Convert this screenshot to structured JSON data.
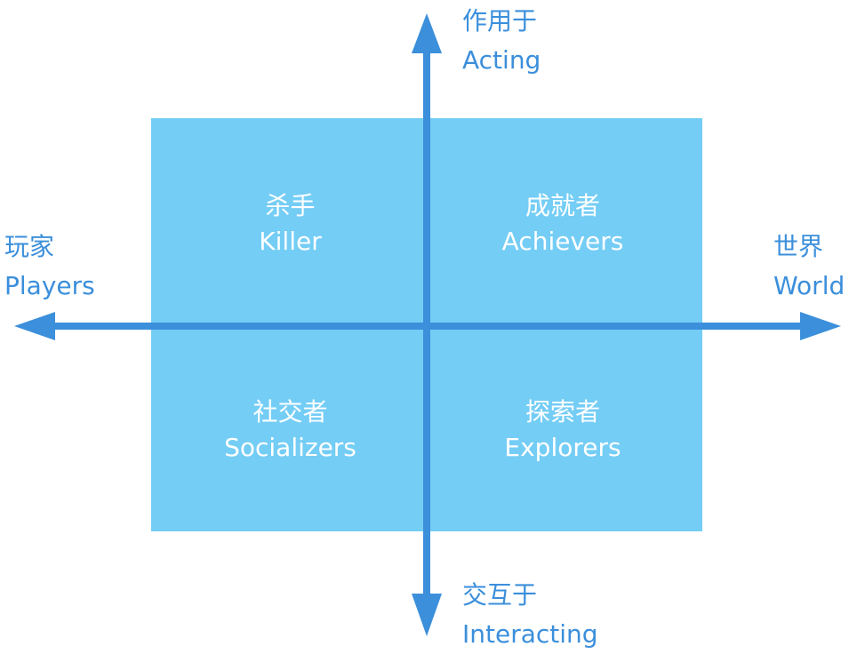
{
  "colors": {
    "quadrant_fill": "#74cdf5",
    "axis": "#3b8fdb",
    "axis_text": "#3b8fdb",
    "quadrant_text": "#ffffff"
  },
  "axes": {
    "top": {
      "zh": "作用于",
      "en": "Acting"
    },
    "bottom": {
      "zh": "交互于",
      "en": "Interacting"
    },
    "left": {
      "zh": "玩家",
      "en": "Players"
    },
    "right": {
      "zh": "世界",
      "en": "World"
    }
  },
  "quadrants": {
    "top_left": {
      "zh": "杀手",
      "en": "Killer"
    },
    "top_right": {
      "zh": "成就者",
      "en": "Achievers"
    },
    "bottom_left": {
      "zh": "社交者",
      "en": "Socializers"
    },
    "bottom_right": {
      "zh": "探索者",
      "en": "Explorers"
    }
  }
}
